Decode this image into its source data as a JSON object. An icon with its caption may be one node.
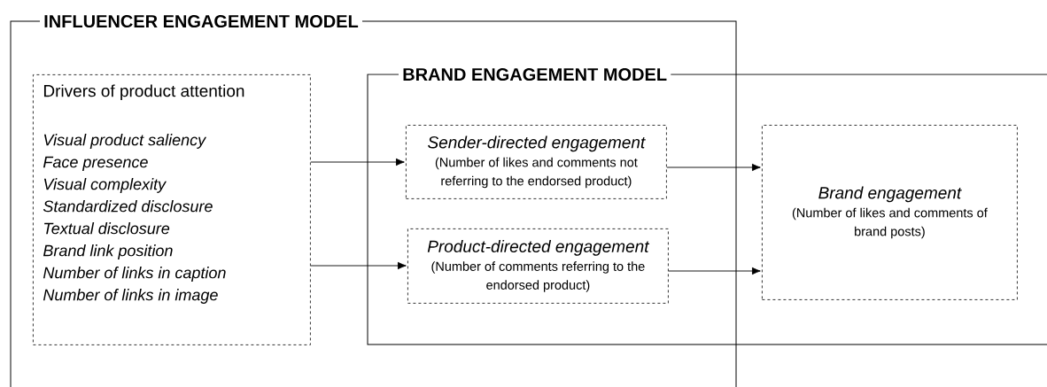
{
  "diagram": {
    "nodes": [
      {
        "text": [
          "INFLUENCER ENGAGEMENT MODEL"
        ]
      },
      {
        "text": [
          "BRAND ENGAGEMENT MODEL"
        ]
      },
      {
        "text": [
          "Drivers of product attention",
          "Visual product saliency",
          "Face presence",
          "Visual complexity",
          "Standardized disclosure",
          "Textual disclosure",
          "Brand link position",
          "Number of links in caption",
          "Number of links in image"
        ],
        "in": 0
      },
      {
        "text": [
          "Sender-directed engagement",
          "(Number of likes and comments not referring to the endorsed product)"
        ]
      },
      {
        "text": [
          "Product-directed engagement",
          "(Number of comments referring to the endorsed product)"
        ]
      },
      {
        "text": [
          "Brand engagement",
          "(Number of likes and comments of brand posts)"
        ],
        "in": 1
      }
    ],
    "edges": [
      {
        "from": 2,
        "to": 3,
        "arrow": "to"
      },
      {
        "from": 2,
        "to": 4,
        "arrow": "to"
      },
      {
        "from": 3,
        "to": 5,
        "arrow": "to"
      },
      {
        "from": 4,
        "to": 5,
        "arrow": "to"
      }
    ]
  }
}
